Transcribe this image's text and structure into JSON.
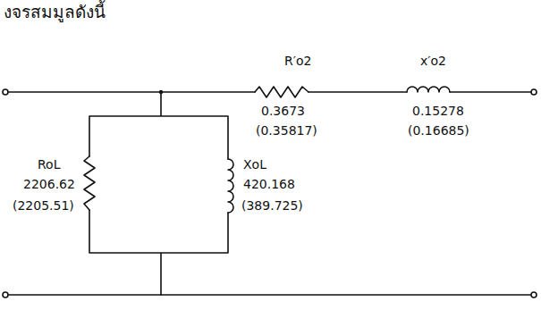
{
  "diagram": {
    "labels": [
      "งจรสมมูลดังนี้",
      "R′o2",
      "0.3673",
      "(0.35817)",
      "x′o2",
      "0.15278",
      "(0.16685)",
      "RoL",
      "2206.62",
      "(2205.51)",
      "XoL",
      "420.168",
      "(389.725)"
    ]
  }
}
